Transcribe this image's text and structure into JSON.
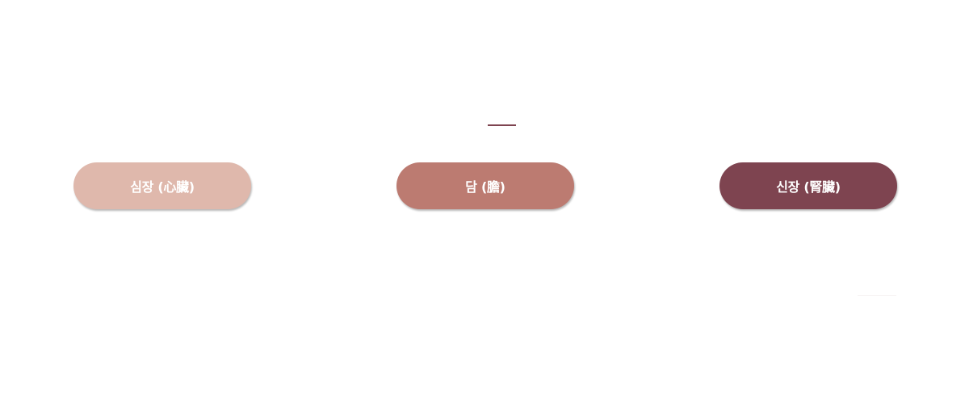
{
  "accent": "#7e4450",
  "buttons": [
    {
      "label": "심장 (心臟)",
      "color": "#dfb8ac"
    },
    {
      "label": "담 (膽)",
      "color": "#bc7b71"
    },
    {
      "label": "신장 (腎臟)",
      "color": "#7e4450"
    }
  ]
}
